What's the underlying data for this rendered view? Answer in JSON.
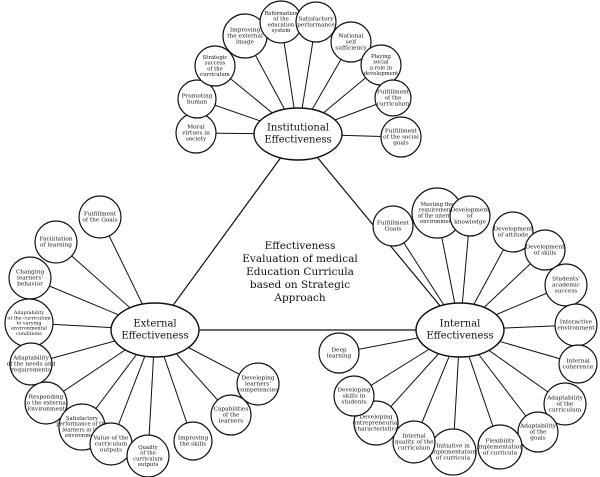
{
  "center": {
    "lines": [
      "Effectiveness",
      "Evaluation of medical",
      "Education Curricula",
      "based on Strategic",
      "Approach"
    ]
  },
  "hubs": [
    {
      "id": "institutional",
      "lines": [
        "Institutional",
        "Effectiveness"
      ],
      "nodes": [
        {
          "lines": [
            "Moral",
            "virtues in",
            "society"
          ]
        },
        {
          "lines": [
            "Promoting",
            "human"
          ]
        },
        {
          "lines": [
            "Strategic",
            "success",
            "of the",
            "curriculum"
          ]
        },
        {
          "lines": [
            "Improving",
            "the external",
            "image"
          ]
        },
        {
          "lines": [
            "Reformation",
            "of the",
            "education",
            "system"
          ]
        },
        {
          "lines": [
            "Satisfactory",
            "performance"
          ]
        },
        {
          "lines": [
            "National",
            "self",
            "sufficiency"
          ]
        },
        {
          "lines": [
            "Playing",
            "social",
            "a role in",
            "development"
          ]
        },
        {
          "lines": [
            "Fulfillment",
            "of the",
            "curriculum"
          ]
        },
        {
          "lines": [
            "Fulfillment",
            "of the social",
            "goals"
          ]
        }
      ]
    },
    {
      "id": "external",
      "lines": [
        "External",
        "Effectiveness"
      ],
      "nodes": [
        {
          "lines": [
            "Fulfillment",
            "of the Goals"
          ]
        },
        {
          "lines": [
            "Facilitation",
            "of learning"
          ]
        },
        {
          "lines": [
            "Changing",
            "learners'",
            "behavior"
          ]
        },
        {
          "lines": [
            "Adaptability",
            "of the curriculum",
            "to varying",
            "environmental",
            "conditions"
          ]
        },
        {
          "lines": [
            "Adaptability",
            "of the needs and",
            "requirements"
          ]
        },
        {
          "lines": [
            "Responding",
            "to the external",
            "Environment"
          ]
        },
        {
          "lines": [
            "Satisfactory",
            "performance of the",
            "learners in the",
            "environment"
          ]
        },
        {
          "lines": [
            "Value of the",
            "curriculum",
            "outputs"
          ]
        },
        {
          "lines": [
            "Quality",
            "of the",
            "curriculum",
            "outputs"
          ]
        },
        {
          "lines": [
            "Improving",
            "the skills"
          ]
        },
        {
          "lines": [
            "Capabilities",
            "of the",
            "learners"
          ]
        },
        {
          "lines": [
            "Developing",
            "learners'",
            "competencies"
          ]
        }
      ]
    },
    {
      "id": "internal",
      "lines": [
        "Internal",
        "Effectiveness"
      ],
      "nodes": [
        {
          "lines": [
            "Fulfillment",
            "Goals"
          ]
        },
        {
          "lines": [
            "Meeting the",
            "requirements",
            "of the internal",
            "environment"
          ]
        },
        {
          "lines": [
            "Development",
            "of",
            "knowledge"
          ]
        },
        {
          "lines": [
            "Development",
            "of attitude"
          ]
        },
        {
          "lines": [
            "Development",
            "of skills"
          ]
        },
        {
          "lines": [
            "Students'",
            "academic",
            "success"
          ]
        },
        {
          "lines": [
            "Interactive",
            "environment"
          ]
        },
        {
          "lines": [
            "Internal",
            "coherence"
          ]
        },
        {
          "lines": [
            "Adaptability",
            "of the",
            "curriculum"
          ]
        },
        {
          "lines": [
            "Adaptability",
            "of the",
            "goals"
          ]
        },
        {
          "lines": [
            "Flexibility",
            "implementation",
            "of curricula"
          ]
        },
        {
          "lines": [
            "Initiative in",
            "implementation",
            "of curricula"
          ]
        },
        {
          "lines": [
            "Internal",
            "quality of the",
            "curriculum"
          ]
        },
        {
          "lines": [
            "Developing",
            "entrepreneurial",
            "characteristics"
          ]
        },
        {
          "lines": [
            "Developing",
            "skills in",
            "students"
          ]
        },
        {
          "lines": [
            "Deep",
            "learning"
          ]
        }
      ]
    }
  ]
}
